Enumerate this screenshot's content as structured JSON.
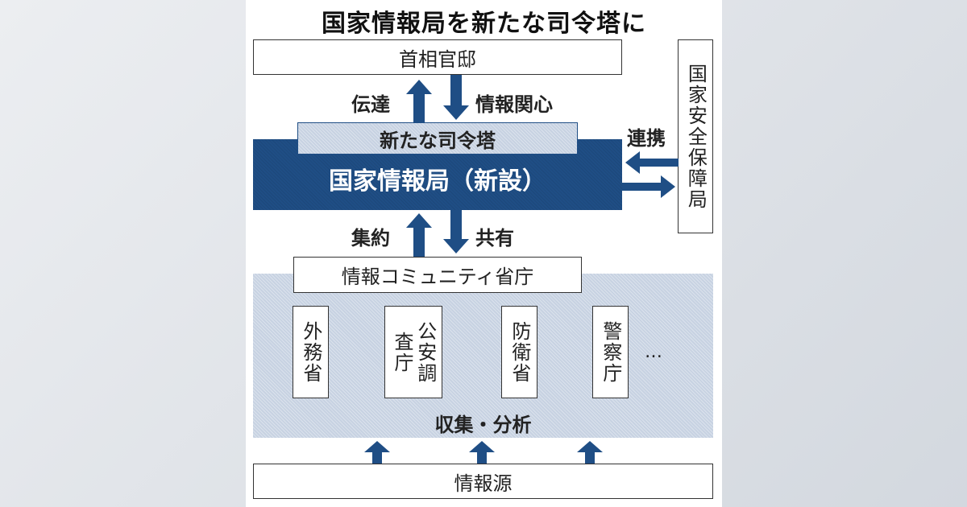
{
  "title": "国家情報局を新たな司令塔に",
  "colors": {
    "navy": "#1f4e85",
    "light_blue": "#c7d2e2",
    "border": "#333333"
  },
  "nodes": {
    "kantei": "首相官邸",
    "new_command": "新たな司令塔",
    "nia": "国家情報局（新設）",
    "nss": "国家安全保障局",
    "community": "情報コミュニティ省庁",
    "agencies": [
      "外務省",
      "公安調査庁",
      "防衛省",
      "警察庁"
    ],
    "agencies_more": "…",
    "collection": "収集・分析",
    "sources": "情報源"
  },
  "edges": {
    "up_to_kantei": "伝達",
    "down_from_kantei": "情報関心",
    "nss_link": "連携",
    "up_to_nia": "集約",
    "down_from_nia": "共有"
  }
}
